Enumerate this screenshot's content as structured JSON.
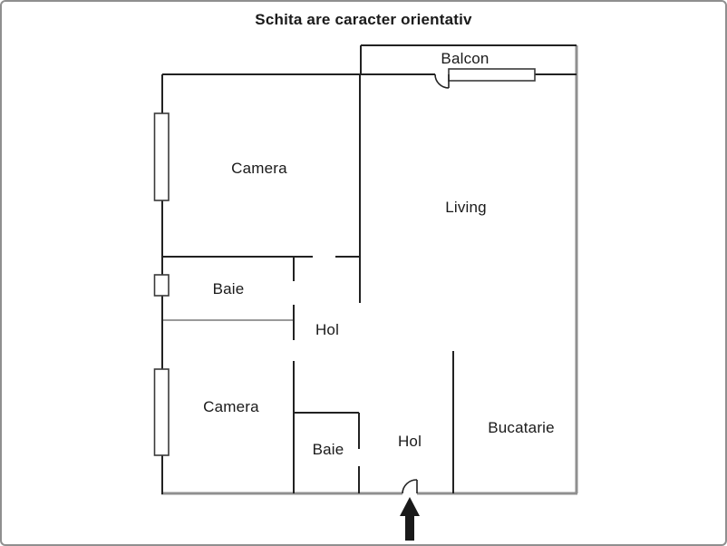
{
  "page": {
    "title": "Schita are caracter orientativ",
    "background_color": "#ffffff",
    "border_color": "#8f8f8f"
  },
  "plan": {
    "wall_color": "#222222",
    "outer_gray_wall_color": "#8f8f8f",
    "muted_wall_color": "#9a9a9a",
    "arrow_color": "#1a1a1a",
    "rooms": [
      {
        "id": "balcon",
        "label": "Balcon"
      },
      {
        "id": "camera-top",
        "label": "Camera"
      },
      {
        "id": "living",
        "label": "Living"
      },
      {
        "id": "baie-top",
        "label": "Baie"
      },
      {
        "id": "hol-top",
        "label": "Hol"
      },
      {
        "id": "camera-bottom",
        "label": "Camera"
      },
      {
        "id": "baie-bottom",
        "label": "Baie"
      },
      {
        "id": "hol-bottom",
        "label": "Hol"
      },
      {
        "id": "bucatarie",
        "label": "Bucatarie"
      }
    ],
    "icons": {
      "entrance_arrow": "up-arrow-icon",
      "window_marker": "window-icon",
      "door_swing": "door-arc-icon"
    }
  }
}
